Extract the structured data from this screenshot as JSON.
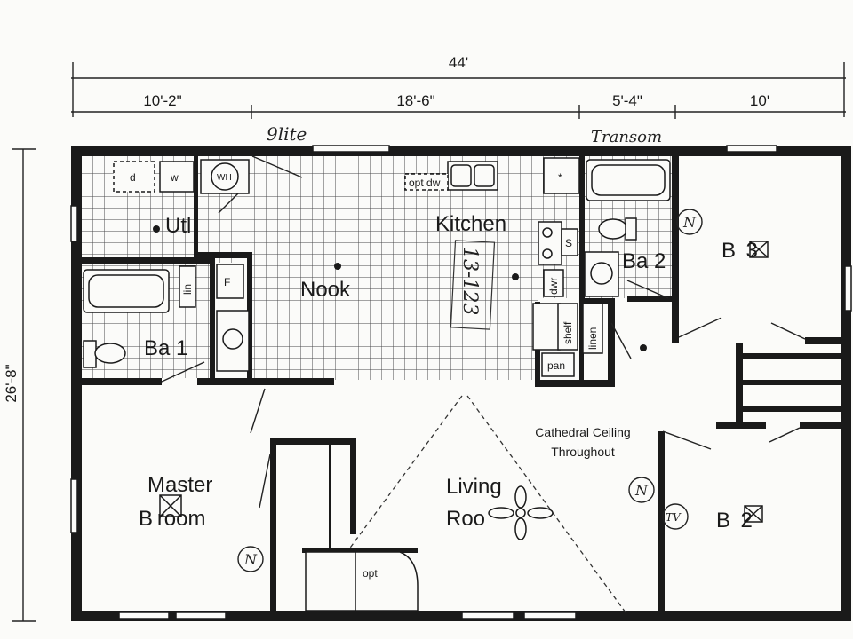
{
  "dimensions": {
    "overall_width": "44'",
    "seg1": "10'-2\"",
    "seg2": "18'-6\"",
    "seg3": "5'-4\"",
    "seg4": "10'",
    "depth": "26'-8\""
  },
  "handwritten": {
    "window_note": "9lite",
    "transom_note": "Transom",
    "dimension_note": "13-123"
  },
  "rooms": {
    "utility": "Utl",
    "nook": "Nook",
    "kitchen": "Kitchen",
    "bath1": "Ba 1",
    "bath2": "Ba 2",
    "bedroom3": "B  3",
    "master_line1": "Master",
    "master_line2": "B room",
    "living_line1": "Living",
    "living_line2": "Roo",
    "bedroom2": "B  2"
  },
  "fixtures": {
    "dryer": "d",
    "washer": "w",
    "water_heater": "WH",
    "furnace": "F",
    "linen1": "lin",
    "linen2": "linen",
    "dishwasher_opt": "opt dw",
    "stove": "S",
    "dryer2": "dwr",
    "shelf": "shelf",
    "pantry": "pan",
    "opt": "opt",
    "star": "*"
  },
  "notes": {
    "ceiling_line1": "Cathedral Ceiling",
    "ceiling_line2": "Throughout"
  },
  "symbols": {
    "tv": "TV",
    "n": "N"
  },
  "colors": {
    "wall": "#1a1a1a",
    "grid": "#555555",
    "paper": "#fbfbf9"
  }
}
